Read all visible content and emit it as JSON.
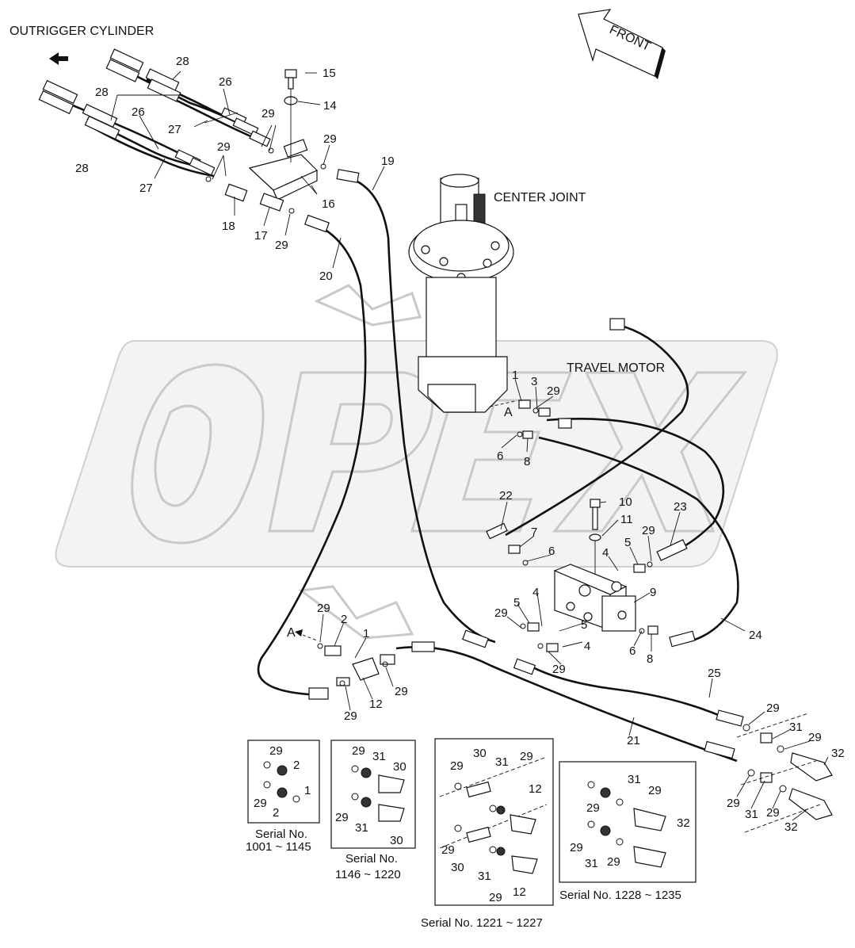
{
  "title": "OUTRIGGER CYLINDER",
  "labels": {
    "front": "FRONT",
    "center_joint": "CENTER JOINT",
    "travel_motor": "TRAVEL MOTOR",
    "view_marker_a": "A"
  },
  "watermark": "OPEX",
  "callouts": {
    "p1": "1",
    "p2": "2",
    "p3": "3",
    "p4": "4",
    "p5": "5",
    "p6": "6",
    "p7": "7",
    "p8": "8",
    "p9": "9",
    "p10": "10",
    "p11": "11",
    "p12": "12",
    "p14": "14",
    "p15": "15",
    "p16": "16",
    "p17": "17",
    "p18": "18",
    "p19": "19",
    "p20": "20",
    "p21": "21",
    "p22": "22",
    "p23": "23",
    "p24": "24",
    "p25": "25",
    "p26": "26",
    "p27": "27",
    "p28": "28",
    "p29": "29",
    "p30": "30",
    "p31": "31",
    "p32": "32"
  },
  "serial_boxes": [
    {
      "line1": "Serial No.",
      "line2": "1001 ~ 1145"
    },
    {
      "line1": "Serial No.",
      "line2": "1146 ~ 1220"
    },
    {
      "line1": "Serial No. 1221 ~ 1227",
      "line2": ""
    },
    {
      "line1": "Serial No. 1228 ~ 1235",
      "line2": ""
    }
  ],
  "colors": {
    "line": "#111111",
    "watermark": "#c9c9c9",
    "background": "#ffffff"
  }
}
